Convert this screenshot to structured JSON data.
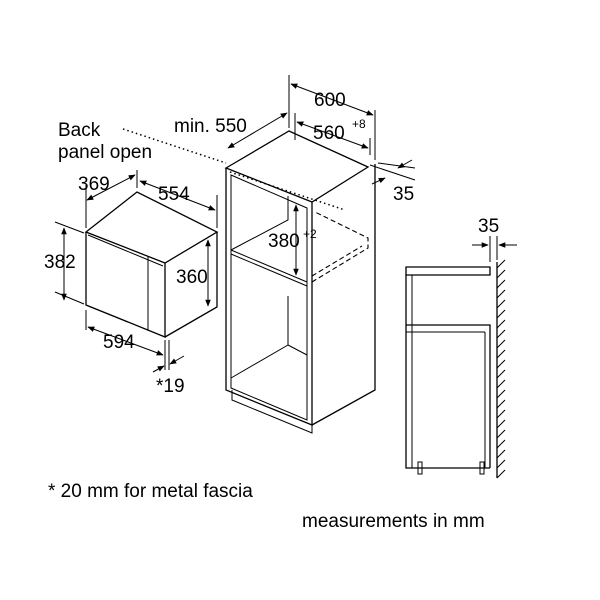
{
  "labels": {
    "back_panel_line1": "Back",
    "back_panel_line2": "panel open",
    "min_550": "min. 550",
    "dim_600": "600",
    "dim_560": "560",
    "dim_560_tol": "+8",
    "dim_35_top": "35",
    "dim_369": "369",
    "dim_554": "554",
    "dim_382": "382",
    "dim_360": "360",
    "dim_380": "380",
    "dim_380_tol": "+2",
    "dim_594": "594",
    "dim_19": "*19",
    "dim_35_side": "35",
    "footnote": "* 20 mm for metal fascia",
    "units_note": "measurements in mm"
  }
}
